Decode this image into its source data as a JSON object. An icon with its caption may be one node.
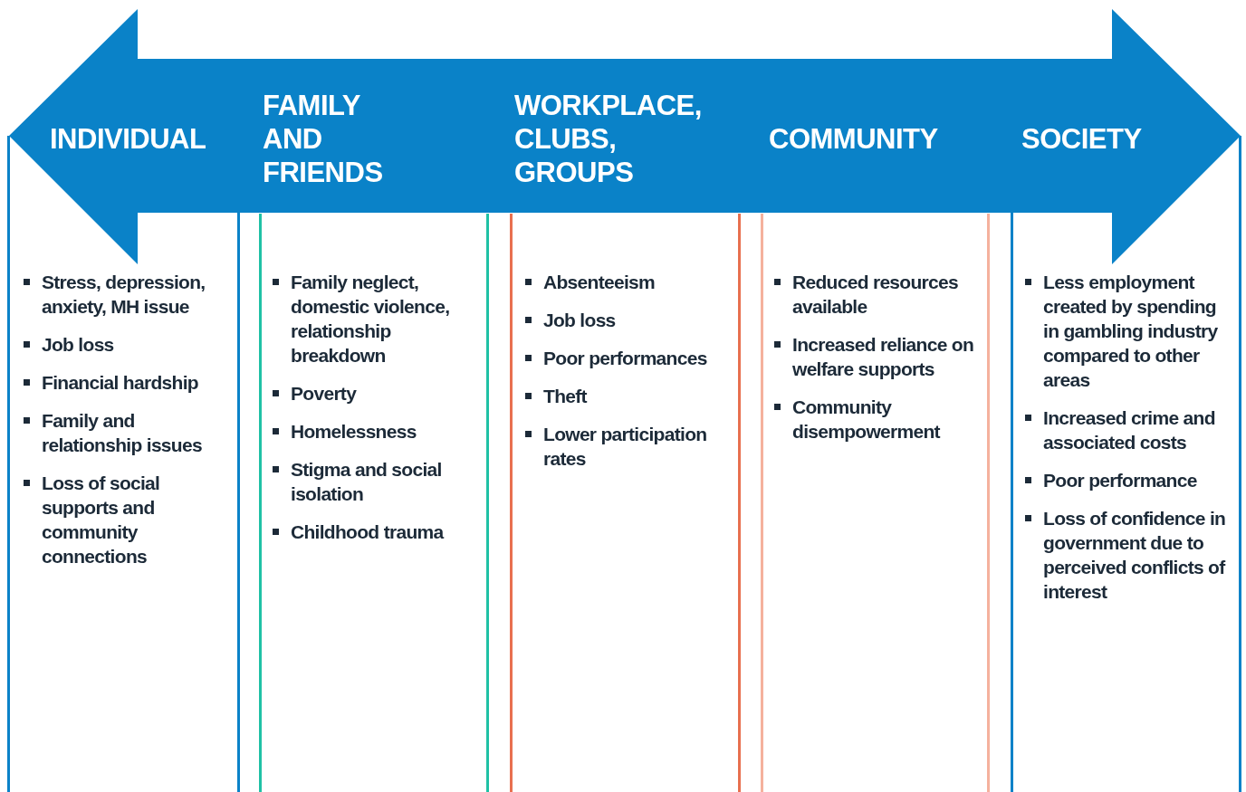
{
  "diagram": {
    "nodes": [
      {
        "text": [],
        "shape": "arrow"
      },
      {
        "text": [
          "INDIVIDUAL",
          "Stress, depression, anxiety, MH issue",
          "Job loss",
          "Financial hardship",
          "Family and relationship issues",
          "Loss of social supports and community connections"
        ]
      },
      {
        "text": [
          "FAMILY AND FRIENDS",
          "Family neglect, domestic violence, relationship breakdown",
          "Poverty",
          "Homelessness",
          "Stigma and social isolation",
          "Childhood trauma"
        ]
      },
      {
        "text": [
          "WORKPLACE, CLUBS, GROUPS",
          "Absenteeism",
          "Job loss",
          "Poor performances",
          "Theft",
          "Lower participation rates"
        ]
      },
      {
        "text": [
          "COMMUNITY",
          "Reduced resources available",
          "Increased reliance on welfare supports",
          "Community disempowerment"
        ]
      },
      {
        "text": [
          "SOCIETY",
          "Less employment created by spending in gambling industry compared to other areas",
          "Increased crime and associated costs",
          "Poor performance",
          "Loss of confidence in government due to perceived conflicts of interest"
        ]
      }
    ],
    "edges": []
  }
}
